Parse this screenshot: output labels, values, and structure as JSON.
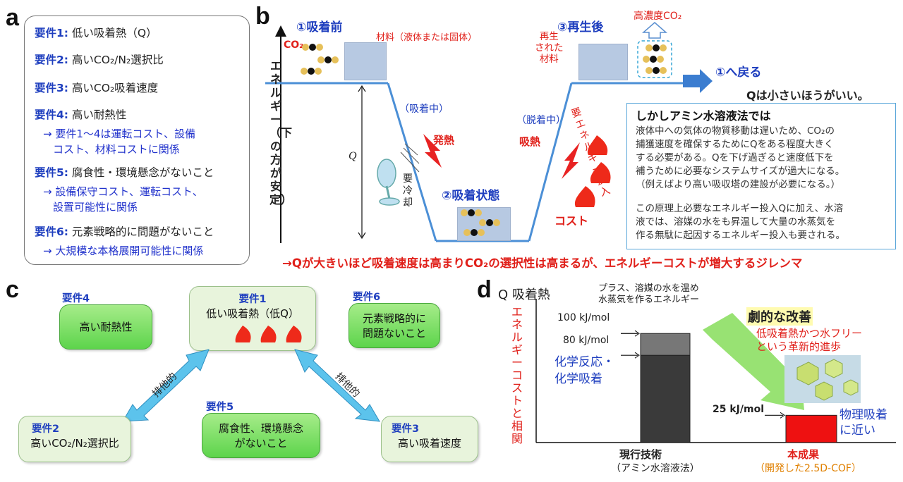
{
  "panels": {
    "a": "a",
    "b": "b",
    "c": "c",
    "d": "d"
  },
  "requirements": [
    {
      "label": "要件1:",
      "text": "低い吸着熱（Q）"
    },
    {
      "label": "要件2:",
      "text": "高いCO₂/N₂選択比"
    },
    {
      "label": "要件3:",
      "text": "高いCO₂吸着速度"
    },
    {
      "label": "要件4:",
      "text": "高い耐熱性"
    },
    {
      "label": "要件5:",
      "text": "腐食性・環境懸念がないこと"
    },
    {
      "label": "要件6:",
      "text": "元素戦略的に問題がないこと"
    }
  ],
  "notes": {
    "n14_line1": "→ 要件1〜4は運転コスト、設備",
    "n14_line2": "コスト、材料コストに関係",
    "n5_line1": "→ 設備保守コスト、運転コスト、",
    "n5_line2": "設置可能性に関係",
    "n6_line1": "→ 大規模な本格展開可能性に関係"
  },
  "diagram_b": {
    "step1": "①吸着前",
    "material": "材料（液体または固体）",
    "co2": "CO₂",
    "step2": "②吸着状態",
    "step3": "③再生後",
    "high_co2": "高濃度CO₂",
    "regenerated": [
      "再",
      "生",
      "さ",
      "れ",
      "た",
      "材",
      "料"
    ],
    "regen_lines": [
      "再生",
      "された",
      "材料"
    ],
    "return": "①へ戻る",
    "energy_axis": "エネルギー（下の方が安定）",
    "q_label": "Q",
    "adsorbing": "（吸着中）",
    "heat_out": "発熱",
    "cooling": "要冷却",
    "desorbing": "（脱着中）",
    "heat_in": "吸熱",
    "energy_input": "要エネルギー投入",
    "cost": "コスト",
    "q_small": "Qは小さいほうがいい。",
    "dilemma": "→Qが大きいほど吸着速度は高まりCO₂の選択性は高まるが、エネルギーコストが増大するジレンマ"
  },
  "info": {
    "title": "しかしアミン水溶液法では",
    "p1": [
      "液体中への気体の物質移動は遅いため、CO₂の",
      "捕獲速度を確保するためにQをある程度大きく",
      "する必要がある。Qを下げ過ぎると速度低下を",
      "補うために必要なシステムサイズが過大になる。",
      "（例えばより高い吸収塔の建設が必要になる。）"
    ],
    "p2": [
      "この原理上必要なエネルギー投入Qに加え、水溶",
      "液では、溶媒の水をも昇温して大量の水蒸気を",
      "作る無駄に起因するエネルギー投入も要される。"
    ]
  },
  "panel_c": {
    "r1_label": "要件1",
    "r1_text": "低い吸着熱（低Q）",
    "r2_label": "要件2",
    "r2_text": "高いCO₂/N₂選択比",
    "r3_label": "要件3",
    "r3_text": "高い吸着速度",
    "r4_label": "要件4",
    "r4_text": "高い耐熱性",
    "r5_label": "要件5",
    "r5_line1": "腐食性、環境懸念",
    "r5_line2": "がないこと",
    "r6_label": "要件6",
    "r6_line1": "元素戦略的に",
    "r6_line2": "問題ないこと",
    "exclusive": "排他的"
  },
  "chart_data": {
    "type": "bar",
    "title": "Q 吸着熱",
    "ylabel": "エネルギーコストと相関",
    "categories": [
      "現行技術",
      "本成果"
    ],
    "category_sub": [
      "（アミン水溶液法）",
      "（開発した2.5D-COF）"
    ],
    "series": [
      {
        "name": "化学反応・化学吸着",
        "values": [
          80,
          0
        ]
      },
      {
        "name": "プラス、溶媒の水を温め水蒸気を作るエネルギー",
        "values": [
          20,
          0
        ]
      },
      {
        "name": "物理吸着に近い",
        "values": [
          0,
          25
        ]
      }
    ],
    "ticks": [
      "100 kJ/mol",
      "80 kJ/mol",
      "25 kJ/mol"
    ],
    "ylim": [
      0,
      115
    ],
    "annotations": {
      "plus_energy": [
        "プラス、溶媒の水を温め",
        "水蒸気を作るエネルギー"
      ],
      "chemical": [
        "化学反応・",
        "化学吸着"
      ],
      "physical": [
        "物理吸着",
        "に近い"
      ],
      "dramatic": "劇的な改善",
      "innovation": [
        "低吸着熱かつ水フリー",
        "という革新的進歩"
      ]
    },
    "colors": {
      "current": "#3a3a3a",
      "extra": "#777777",
      "new": "#ee1111"
    }
  }
}
